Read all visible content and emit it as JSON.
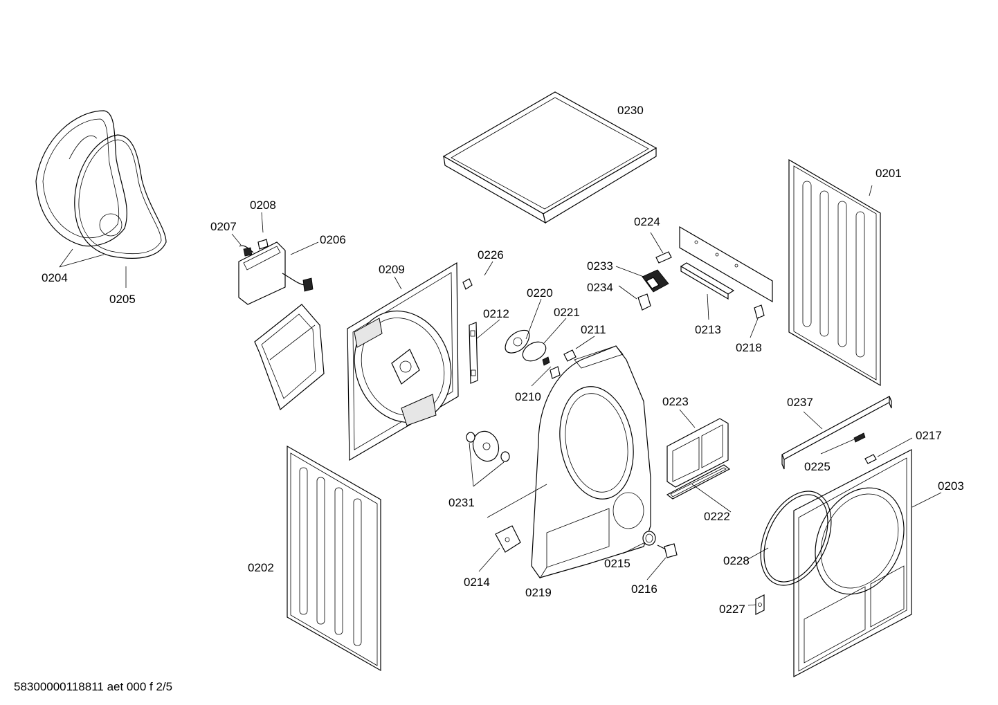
{
  "parts": [
    {
      "id": "p0201",
      "label": "0201"
    },
    {
      "id": "p0202",
      "label": "0202"
    },
    {
      "id": "p0203",
      "label": "0203"
    },
    {
      "id": "p0204",
      "label": "0204"
    },
    {
      "id": "p0205",
      "label": "0205"
    },
    {
      "id": "p0206",
      "label": "0206"
    },
    {
      "id": "p0207",
      "label": "0207"
    },
    {
      "id": "p0208",
      "label": "0208"
    },
    {
      "id": "p0209",
      "label": "0209"
    },
    {
      "id": "p0210",
      "label": "0210"
    },
    {
      "id": "p0211",
      "label": "0211"
    },
    {
      "id": "p0212",
      "label": "0212"
    },
    {
      "id": "p0213",
      "label": "0213"
    },
    {
      "id": "p0214",
      "label": "0214"
    },
    {
      "id": "p0215",
      "label": "0215"
    },
    {
      "id": "p0216",
      "label": "0216"
    },
    {
      "id": "p0217",
      "label": "0217"
    },
    {
      "id": "p0218",
      "label": "0218"
    },
    {
      "id": "p0219",
      "label": "0219"
    },
    {
      "id": "p0220",
      "label": "0220"
    },
    {
      "id": "p0221",
      "label": "0221"
    },
    {
      "id": "p0222",
      "label": "0222"
    },
    {
      "id": "p0223",
      "label": "0223"
    },
    {
      "id": "p0224",
      "label": "0224"
    },
    {
      "id": "p0225",
      "label": "0225"
    },
    {
      "id": "p0226",
      "label": "0226"
    },
    {
      "id": "p0227",
      "label": "0227"
    },
    {
      "id": "p0228",
      "label": "0228"
    },
    {
      "id": "p0230",
      "label": "0230"
    },
    {
      "id": "p0231",
      "label": "0231"
    },
    {
      "id": "p0233",
      "label": "0233"
    },
    {
      "id": "p0234",
      "label": "0234"
    },
    {
      "id": "p0237",
      "label": "0237"
    }
  ],
  "footer": {
    "document_code": "58300000118811 aet 000 f 2/5"
  }
}
